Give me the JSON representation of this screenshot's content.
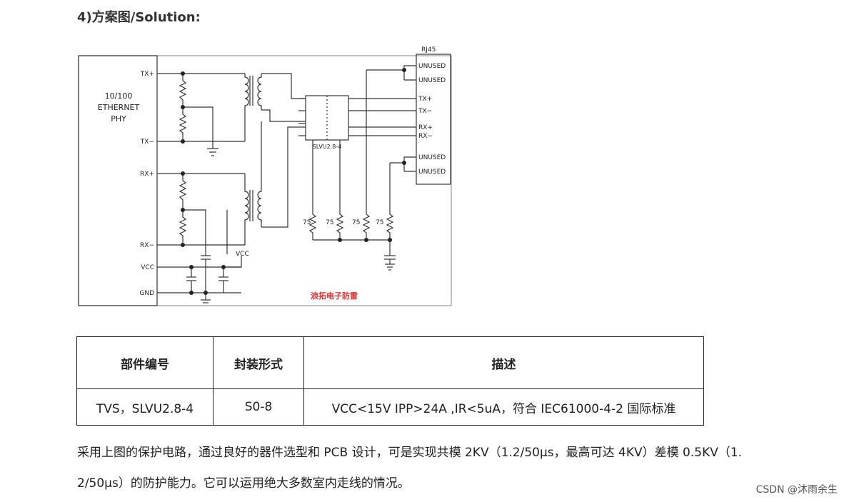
{
  "heading": "4)方案图/Solution:",
  "schematic": {
    "phy_label": [
      "10/100",
      "ETHERNET",
      "PHY"
    ],
    "phy_pins": [
      "TX+",
      "TX−",
      "RX+",
      "RX−",
      "VCC",
      "GND"
    ],
    "vcc_label": "VCC",
    "rj45_label": "RJ45",
    "rj45_pins": [
      "UNUSED",
      "UNUSED",
      "TX+",
      "TX−",
      "RX+",
      "RX−",
      "UNUSED",
      "UNUSED"
    ],
    "tvs_label": "SLVU2.8-4",
    "resistor_labels": [
      "75",
      "75",
      "75",
      "75"
    ],
    "brand_text": "浪拓电子防雷",
    "colors": {
      "line": "#333333",
      "brand": "#e03030"
    }
  },
  "table": {
    "headers": [
      "部件编号",
      "封装形式",
      "描述"
    ],
    "row": [
      "TVS，SLVU2.8-4",
      "S0-8",
      "VCC<15V   IPP>24A ,IR<5uA，符合 IEC61000-4-2 国际标准"
    ]
  },
  "paragraph": {
    "line1": "采用上图的保护电路，通过良好的器件选型和 PCB 设计，可是实现共模 2KV（1.2/50μs，最高可达 4KV）差模 0.5KV（1.",
    "line2": "2/50μs）的防护能力。它可以运用绝大多数室内走线的情况。"
  },
  "watermark": "CSDN @沐雨余生"
}
